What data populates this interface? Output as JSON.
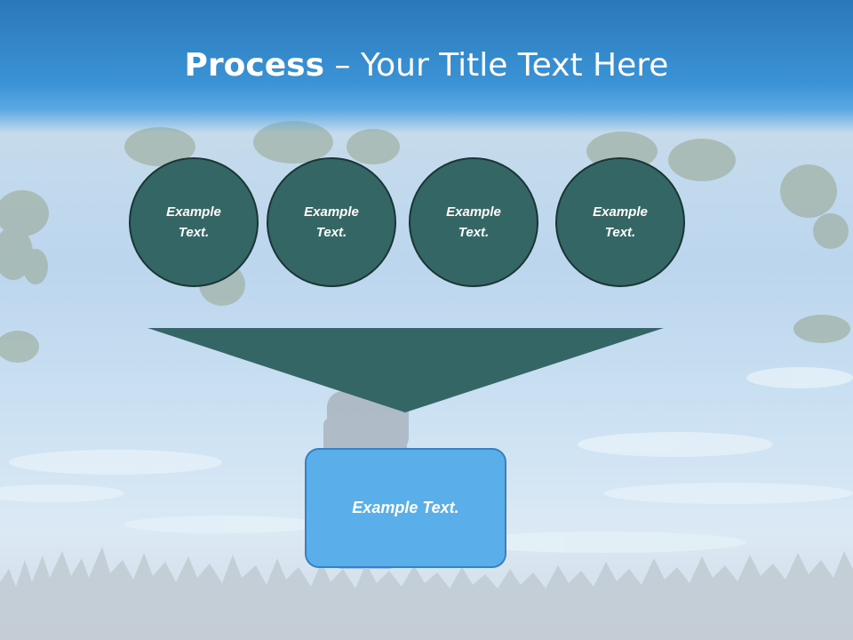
{
  "slide": {
    "title_bold": "Process",
    "title_rest": " – Your Title Text Here"
  },
  "process": {
    "steps": [
      {
        "label": "Example Text."
      },
      {
        "label": "Example Text."
      },
      {
        "label": "Example Text."
      },
      {
        "label": "Example Text."
      }
    ],
    "result_label": "Example Text."
  },
  "colors": {
    "title_band": "#3a93d6",
    "circle_fill": "#356666",
    "circle_border": "#1a3535",
    "funnel_fill": "#356666",
    "result_fill": "#5aaeea",
    "result_border": "#3a7fbf"
  }
}
